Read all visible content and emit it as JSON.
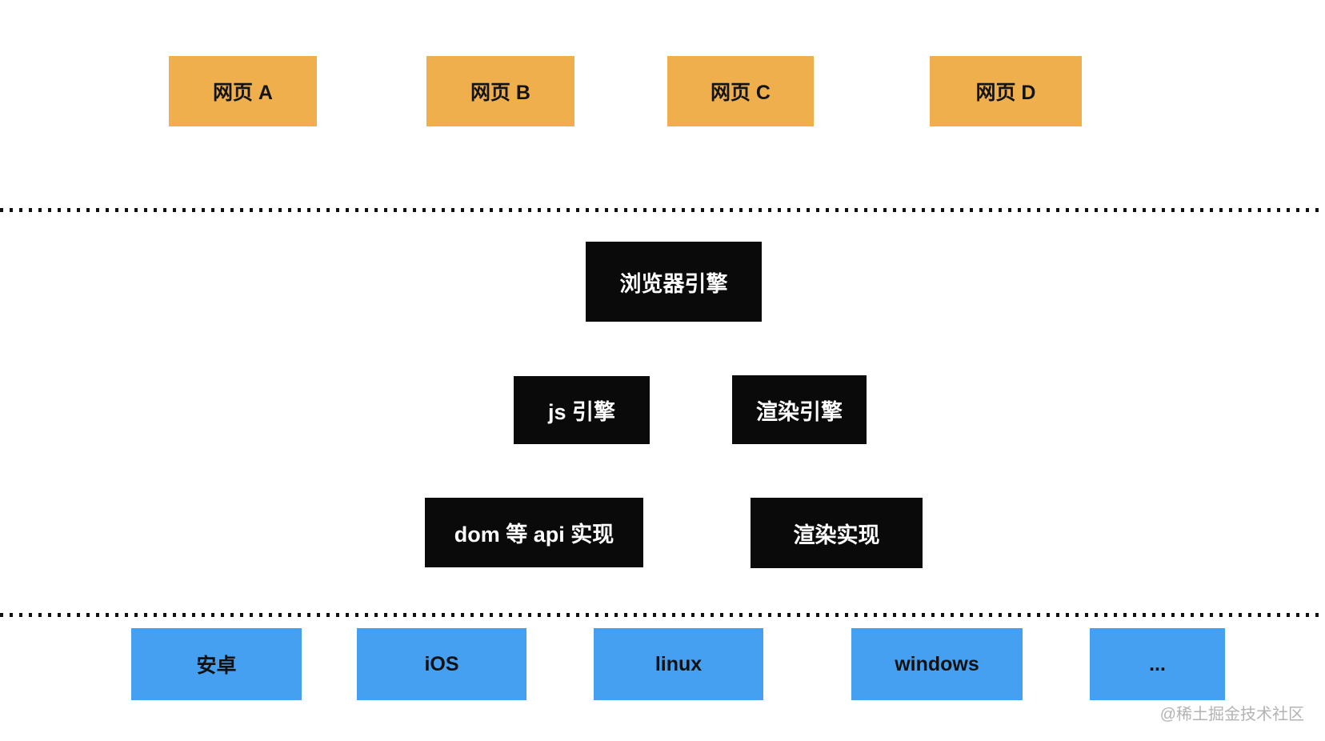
{
  "diagram": {
    "description": "browser-architecture-layers",
    "webpages": [
      "网页 A",
      "网页 B",
      "网页 C",
      "网页 D"
    ],
    "engine_layer": {
      "browser_engine": "浏览器引擎",
      "js_engine": "js 引擎",
      "render_engine": "渲染引擎",
      "dom_api_impl": "dom 等 api 实现",
      "render_impl": "渲染实现"
    },
    "platforms": [
      "安卓",
      "iOS",
      "linux",
      "windows",
      "..."
    ],
    "watermark": "@稀土掘金技术社区",
    "colors": {
      "webpage_box": "#EFAF4D",
      "engine_box": "#0A0A0A",
      "engine_box_text": "#FFFFFF",
      "platform_box": "#45A0F2",
      "box_text": "#111111",
      "dotted_line": "#111111",
      "watermark_text": "#B3B3B3",
      "background": "#FFFFFF"
    }
  }
}
